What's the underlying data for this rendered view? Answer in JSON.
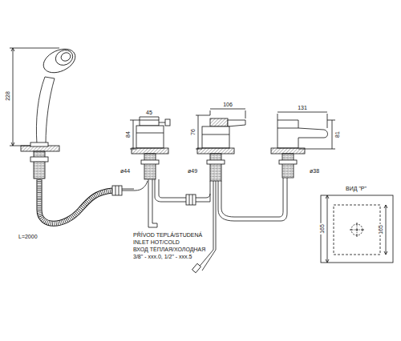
{
  "diagram": {
    "labels": [
      "228",
      "L=2000",
      "45",
      "84",
      "ø44",
      "106",
      "76",
      "ø49",
      "131",
      "81",
      "ø38",
      "ВИД \"P\"",
      "165",
      "165",
      "PŘÍVOD TEPLÁ/STUDENÁ",
      "INLET HOT/COLD",
      "ВХОД ТЁПЛАЯ/ХОЛОДНАЯ",
      "3/8\" - xxx.0, 1/2\" - xxx.5"
    ]
  }
}
